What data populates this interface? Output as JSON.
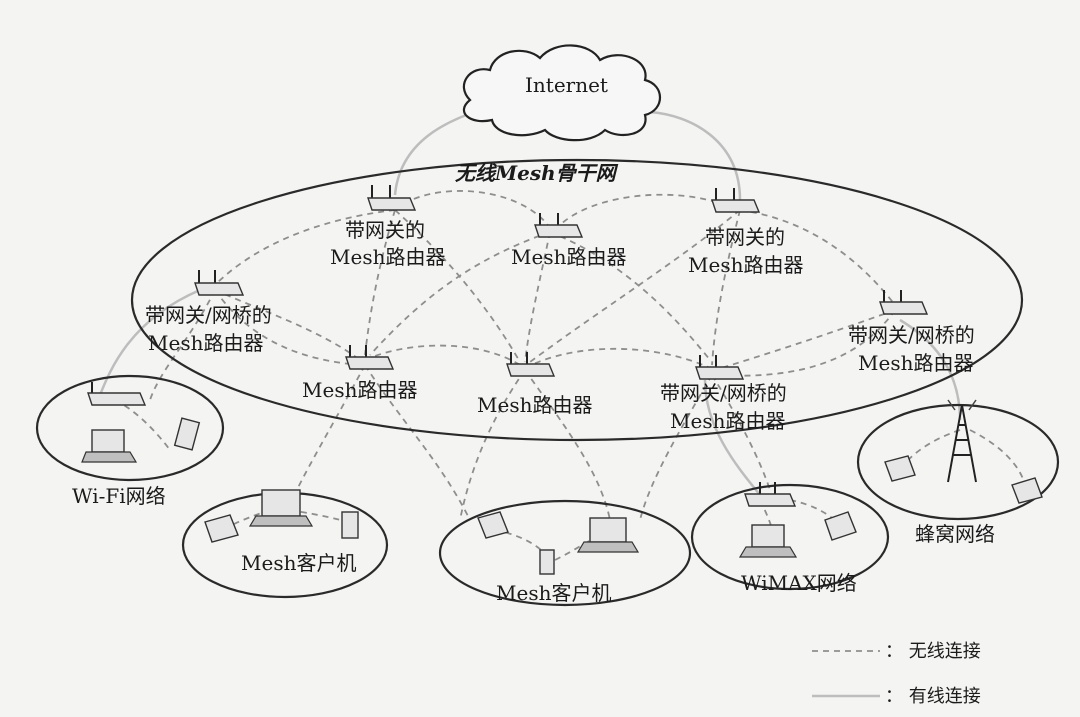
{
  "internet": {
    "label": "Internet"
  },
  "backbone": {
    "title": "无线Mesh骨干网"
  },
  "routers": [
    {
      "line1": "带网关的",
      "line2": "Mesh路由器"
    },
    {
      "line1": "Mesh路由器",
      "line2": ""
    },
    {
      "line1": "带网关的",
      "line2": "Mesh路由器"
    },
    {
      "line1": "带网关/网桥的",
      "line2": "Mesh路由器"
    },
    {
      "line1": "带网关/网桥的",
      "line2": "Mesh路由器"
    },
    {
      "line1": "Mesh路由器",
      "line2": ""
    },
    {
      "line1": "Mesh路由器",
      "line2": ""
    },
    {
      "line1": "带网关/网桥的",
      "line2": "Mesh路由器"
    }
  ],
  "clusters": [
    {
      "label": "Wi-Fi网络"
    },
    {
      "label": "Mesh客户机"
    },
    {
      "label": "Mesh客户机"
    },
    {
      "label": "WiMAX网络"
    },
    {
      "label": "蜂窝网络"
    }
  ],
  "legend": {
    "wireless": "：  无线连接",
    "wired": "：  有线连接"
  }
}
